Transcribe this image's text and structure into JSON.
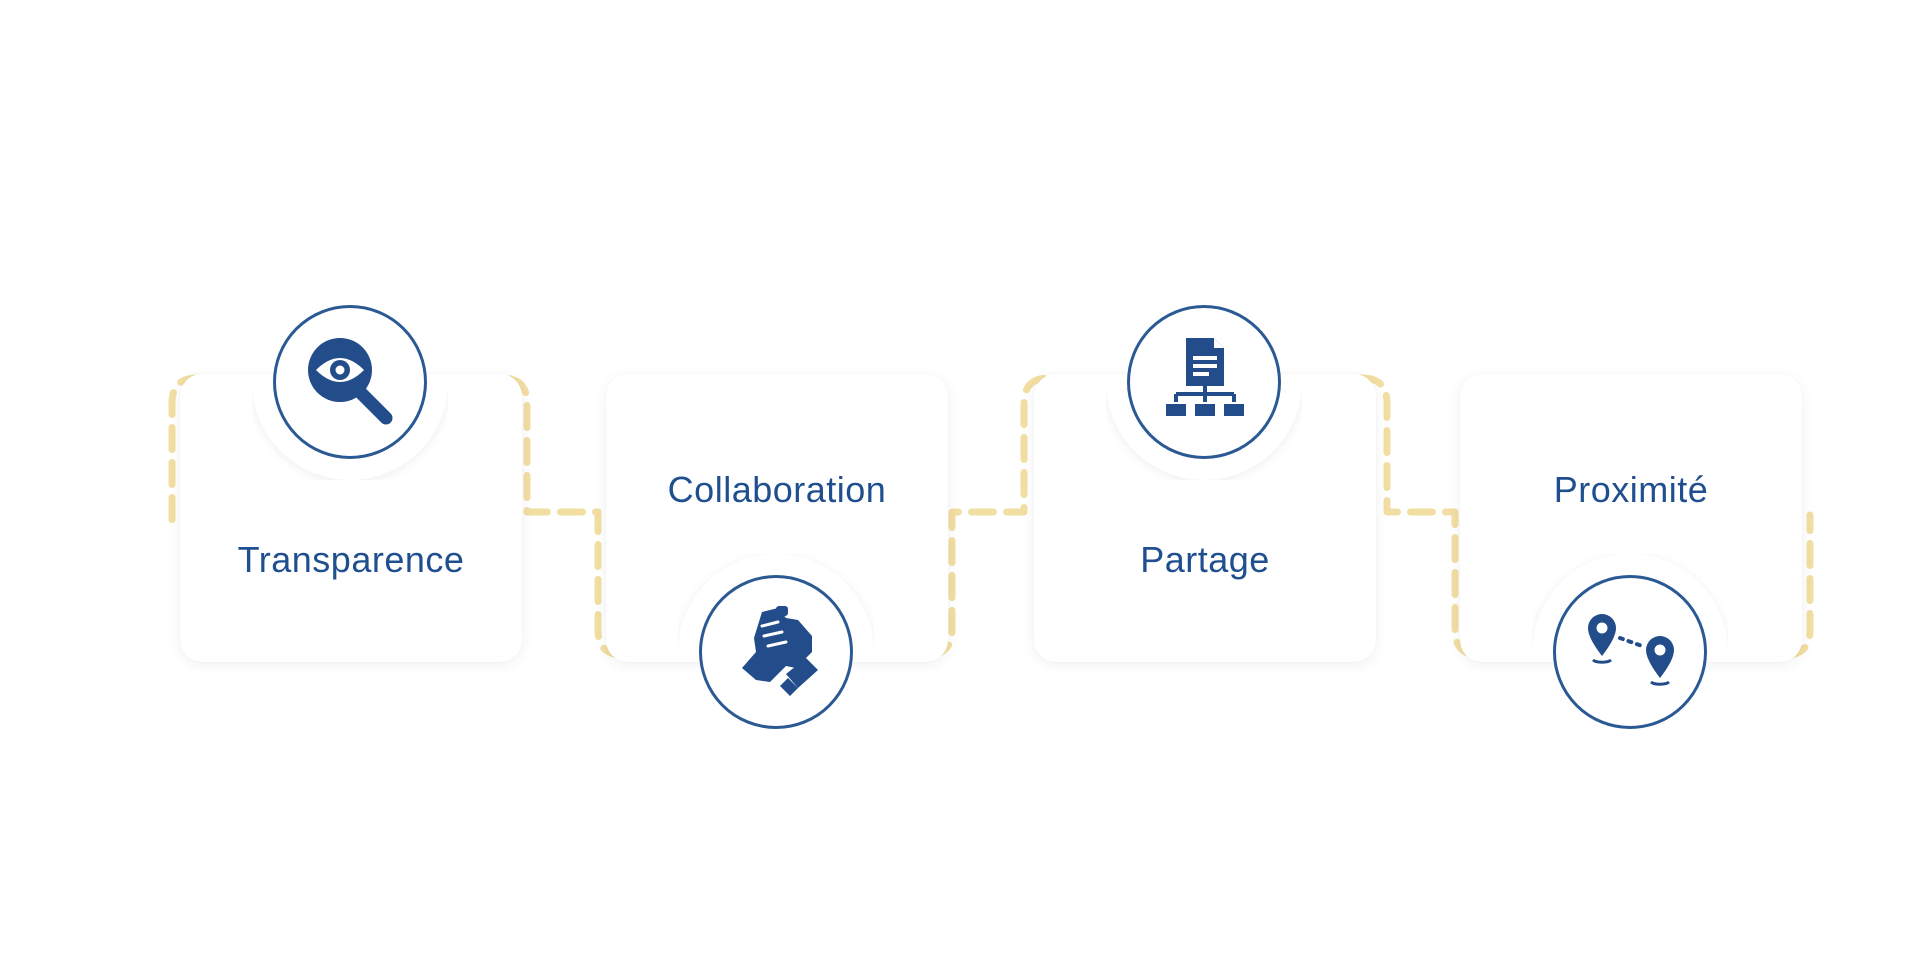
{
  "steps": [
    {
      "label": "Transparence",
      "icon": "eye-magnifier-icon",
      "icon_position": "top"
    },
    {
      "label": "Collaboration",
      "icon": "handshake-fist-icon",
      "icon_position": "bottom"
    },
    {
      "label": "Partage",
      "icon": "document-hierarchy-icon",
      "icon_position": "top"
    },
    {
      "label": "Proximité",
      "icon": "location-pins-icon",
      "icon_position": "bottom"
    }
  ],
  "colors": {
    "text": "#1f4f8f",
    "icon": "#234d8a",
    "icon_ring": "#2a5994",
    "connector": "#f2dea2",
    "card_background": "#ffffff"
  }
}
